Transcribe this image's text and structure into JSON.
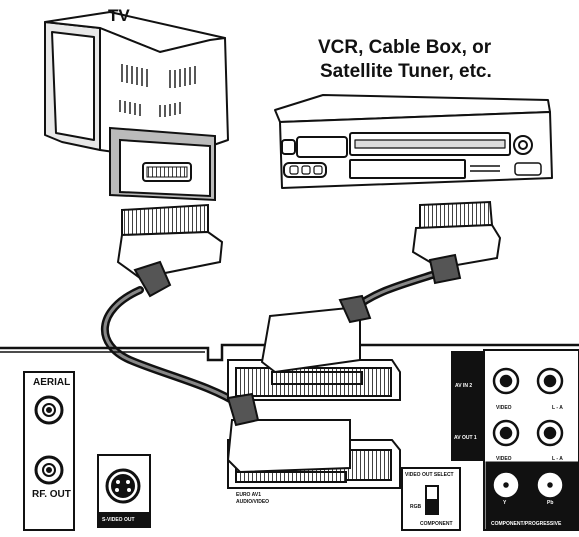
{
  "labels": {
    "tv": "TV",
    "vcr_line1": "VCR, Cable Box, or",
    "vcr_line2": "Satellite Tuner, etc.",
    "aerial": "AERIAL",
    "rf_out": "RF. OUT",
    "svideo_out": "S-VIDEO OUT",
    "euro_av1": "EURO AV1",
    "audio_video": "AUDIO/VIDEO",
    "av_in2": "AV IN 2",
    "av_out1": "AV OUT 1",
    "video_1": "VIDEO",
    "video_2": "VIDEO",
    "audio_l1": "L - A",
    "audio_l2": "L - A",
    "video_out_select": "VIDEO OUT SELECT",
    "rgb": "RGB",
    "component": "COMPONENT",
    "component_progressive": "COMPONENT/PROGRESSIVE",
    "y_label": "Y",
    "pb_label": "Pb"
  }
}
